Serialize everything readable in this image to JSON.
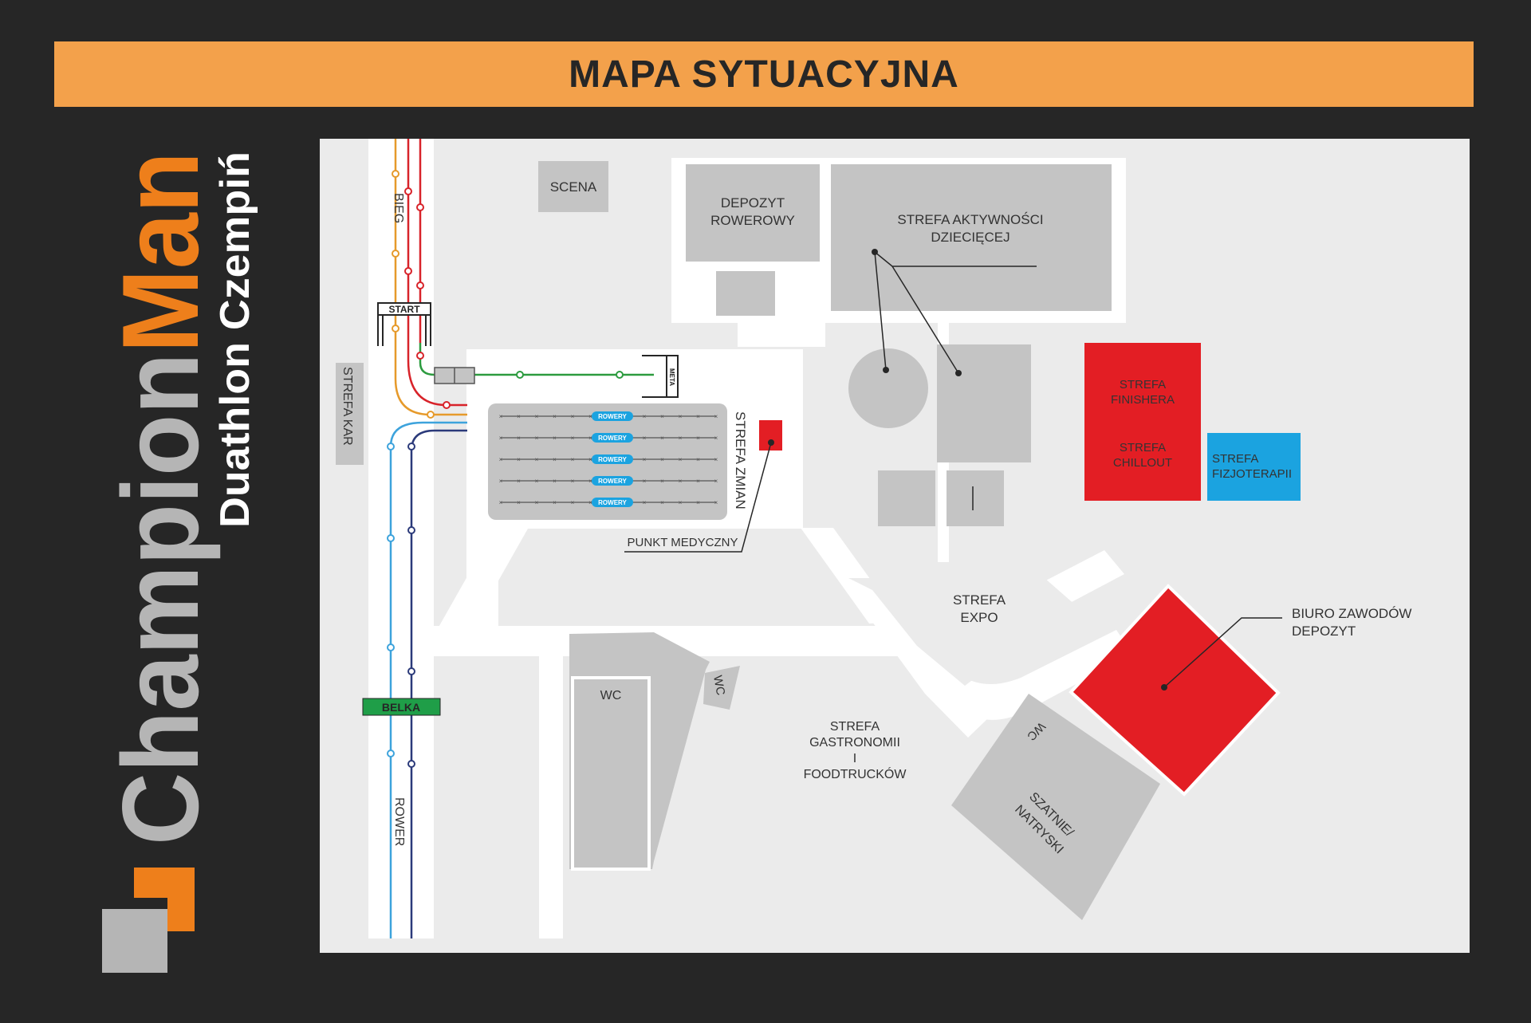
{
  "title": "MAPA SYTUACYJNA",
  "brand": {
    "name_part1": "Champion",
    "name_part2": "Man",
    "subtitle": "Duathlon Czempiń",
    "color_grey": "#b5b5b5",
    "color_orange": "#ee7f1b",
    "logo_icon": "champion-man-logo-icon"
  },
  "colors": {
    "background": "#262626",
    "title_bar": "#f3a14b",
    "map_bg": "#ebebeb",
    "zone_grey": "#c4c4c4",
    "zone_red": "#e31e24",
    "zone_blue": "#1ba3e0",
    "route_orange": "#e69a2b",
    "route_red": "#d8232a",
    "route_green": "#2c9b3f",
    "route_lightblue": "#3da3dc",
    "route_navy": "#2b3a7a"
  },
  "labels": {
    "scena": "SCENA",
    "depozyt_rowerowy": [
      "DEPOZYT",
      "ROWEROWY"
    ],
    "strefa_aktywnosci": [
      "STREFA AKTYWNOŚCI",
      "DZIECIĘCEJ"
    ],
    "bieg": "BIEG",
    "start": "START",
    "meta": "META",
    "strefa_kar": "STREFA KAR",
    "rowery": "ROWERY",
    "strefa_zmian": "STREFA ZMIAN",
    "punkt_medyczny": "PUNKT MEDYCZNY",
    "strefa_finishera": [
      "STREFA",
      "FINISHERA"
    ],
    "strefa_chillout": [
      "STREFA",
      "CHILLOUT"
    ],
    "strefa_fizjoterapii": [
      "STREFA",
      "FIZJOTERAPII"
    ],
    "strefa_expo": [
      "STREFA",
      "EXPO"
    ],
    "biuro_zawodow": [
      "BIURO ZAWODÓW",
      "DEPOZYT"
    ],
    "wc_1": "WC",
    "wc_2": "WC",
    "wc_3": "WC",
    "belka": "BELKA",
    "rower": "ROWER",
    "strefa_gastronomii": [
      "STREFA",
      "GASTRONOMII",
      "I",
      "FOODTRUCKÓW"
    ],
    "szatnie": [
      "SZATNIE/",
      "NATRYSKI"
    ]
  },
  "bike_racks": [
    "ROWERY",
    "ROWERY",
    "ROWERY",
    "ROWERY",
    "ROWERY"
  ]
}
